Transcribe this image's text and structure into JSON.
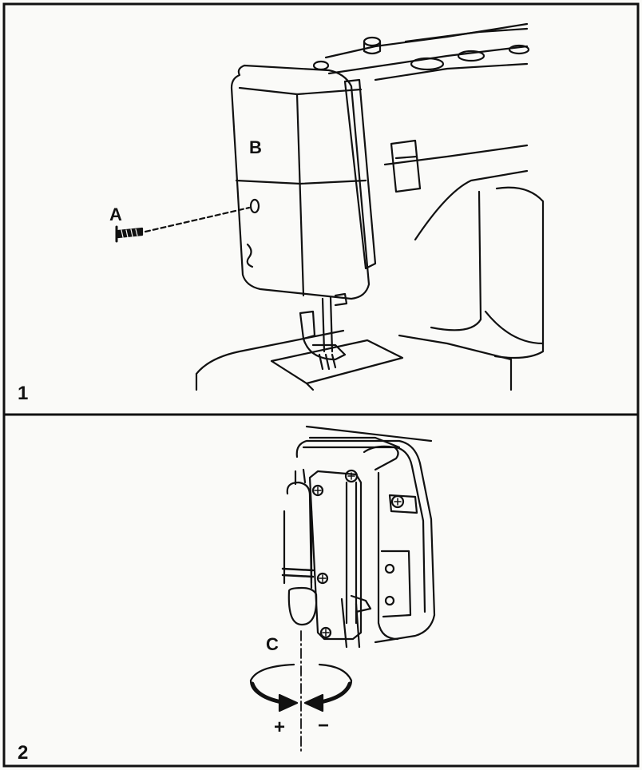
{
  "panel1": {
    "number": "1",
    "labels": {
      "screw": "A",
      "face_cover": "B"
    }
  },
  "panel2": {
    "number": "2",
    "labels": {
      "rotation": "C",
      "plus": "+",
      "minus": "−"
    }
  }
}
